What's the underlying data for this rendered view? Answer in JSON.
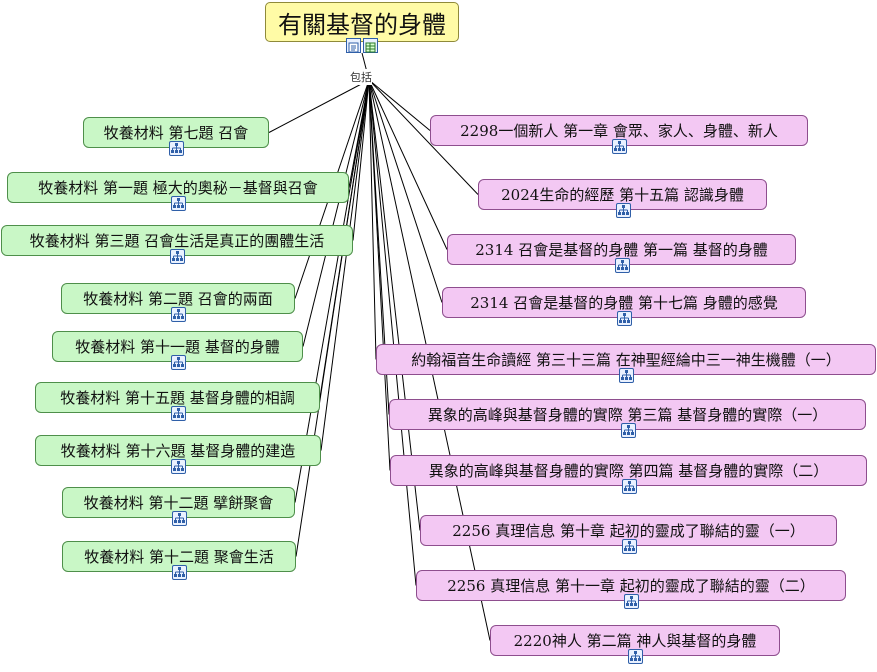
{
  "root": {
    "title": "有關基督的身體"
  },
  "connector_label": "包括",
  "left_nodes": [
    {
      "label": "牧養材料 第七題 召會"
    },
    {
      "label": "牧養材料 第一題 極大的奧秘－基督與召會"
    },
    {
      "label": "牧養材料 第三題 召會生活是真正的團體生活"
    },
    {
      "label": "牧養材料 第二題 召會的兩面"
    },
    {
      "label": "牧養材料 第十一題 基督的身體"
    },
    {
      "label": "牧養材料 第十五題 基督身體的相調"
    },
    {
      "label": "牧養材料 第十六題 基督身體的建造"
    },
    {
      "label": "牧養材料 第十二題 擘餅聚會"
    },
    {
      "label": "牧養材料 第十二題 聚會生活"
    }
  ],
  "right_nodes": [
    {
      "label": "2298一個新人 第一章 會眾、家人、身體、新人"
    },
    {
      "label": "2024生命的經歷 第十五篇 認識身體"
    },
    {
      "label": "2314 召會是基督的身體 第一篇 基督的身體"
    },
    {
      "label": "2314 召會是基督的身體 第十七篇 身體的感覺"
    },
    {
      "label": "約翰福音生命讀經 第三十三篇 在神聖經綸中三一神生機體（一）"
    },
    {
      "label": "異象的高峰與基督身體的實際 第三篇 基督身體的實際（一）"
    },
    {
      "label": "異象的高峰與基督身體的實際 第四篇 基督身體的實際（二）"
    },
    {
      "label": "2256 真理信息 第十章 起初的靈成了聯結的靈（一）"
    },
    {
      "label": "2256 真理信息 第十一章 起初的靈成了聯結的靈（二）"
    },
    {
      "label": "2220神人 第二篇 神人與基督的身體"
    }
  ],
  "colors": {
    "root_fill": "#fffba6",
    "left_fill": "#c9f7c6",
    "right_fill": "#f3c8f3",
    "edge": "#000000",
    "icon": "#2f5fa8"
  }
}
